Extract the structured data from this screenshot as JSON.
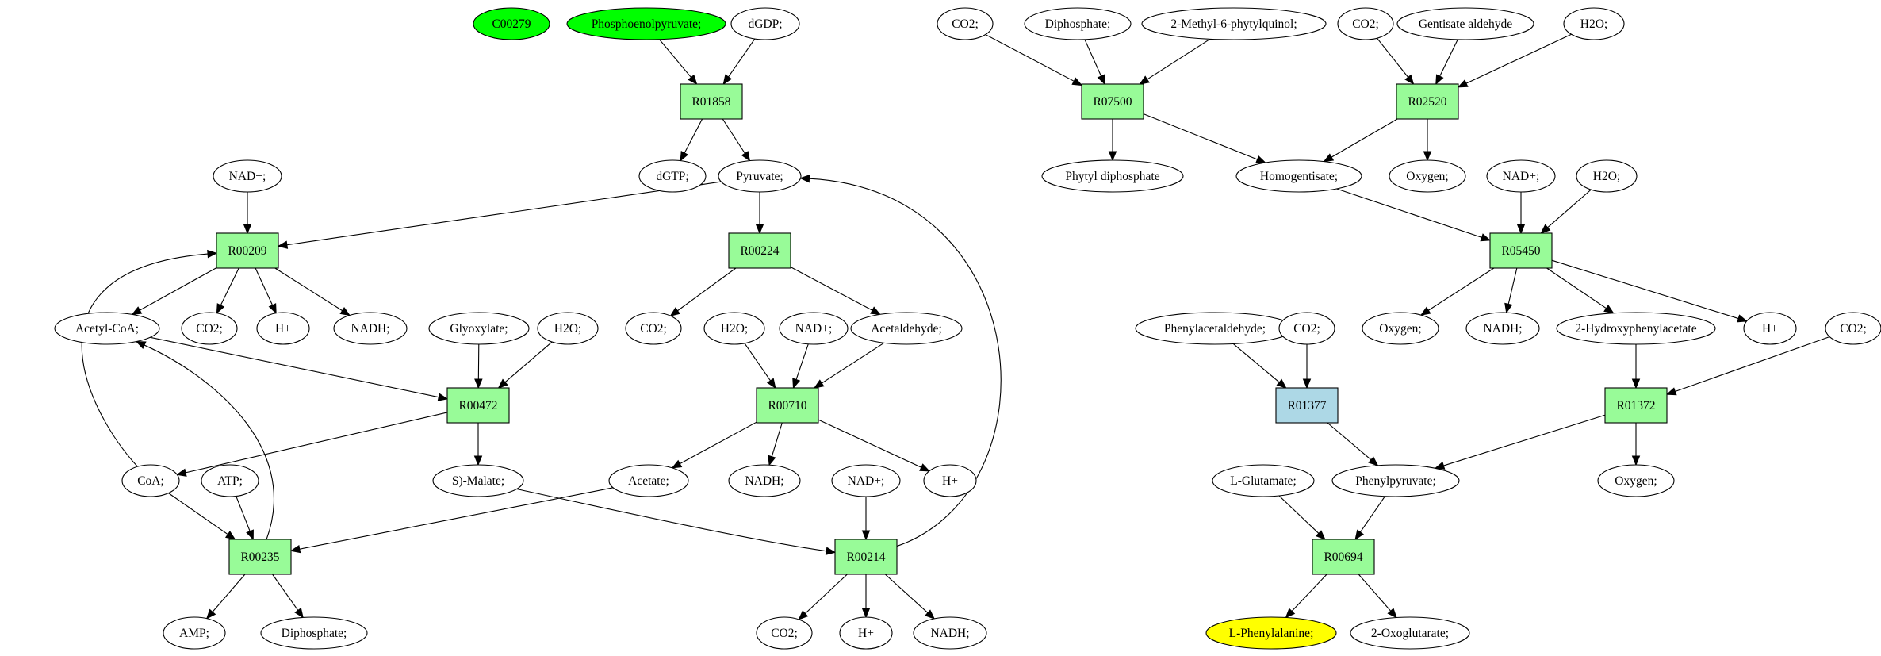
{
  "colors": {
    "reaction_fill": "#98fb98",
    "reaction_highlight_fill": "#add8e6",
    "metabolite_fill": "#ffffff",
    "source_fill": "#00ff00",
    "target_fill": "#ffff00",
    "edge": "#000000"
  },
  "reactions": [
    {
      "id": "R01858",
      "label": "R01858",
      "style": "reaction"
    },
    {
      "id": "R00209",
      "label": "R00209",
      "style": "reaction"
    },
    {
      "id": "R00224",
      "label": "R00224",
      "style": "reaction"
    },
    {
      "id": "R00472",
      "label": "R00472",
      "style": "reaction"
    },
    {
      "id": "R00710",
      "label": "R00710",
      "style": "reaction"
    },
    {
      "id": "R00235",
      "label": "R00235",
      "style": "reaction"
    },
    {
      "id": "R00214",
      "label": "R00214",
      "style": "reaction"
    },
    {
      "id": "R07500",
      "label": "R07500",
      "style": "reaction"
    },
    {
      "id": "R02520",
      "label": "R02520",
      "style": "reaction"
    },
    {
      "id": "R05450",
      "label": "R05450",
      "style": "reaction"
    },
    {
      "id": "R01377",
      "label": "R01377",
      "style": "highlight"
    },
    {
      "id": "R01372",
      "label": "R01372",
      "style": "reaction"
    },
    {
      "id": "R00694",
      "label": "R00694",
      "style": "reaction"
    }
  ],
  "metabolites": [
    {
      "id": "m_c00279",
      "label": "C00279",
      "style": "source"
    },
    {
      "id": "m_pep",
      "label": "Phosphoenolpyruvate;",
      "style": "source"
    },
    {
      "id": "m_dgdp",
      "label": "dGDP;",
      "style": "plain"
    },
    {
      "id": "m_dgtp",
      "label": "dGTP;",
      "style": "plain"
    },
    {
      "id": "m_pyruvate",
      "label": "Pyruvate;",
      "style": "plain"
    },
    {
      "id": "m_nad_a",
      "label": "NAD+;",
      "style": "plain"
    },
    {
      "id": "m_acetylcoa",
      "label": "Acetyl-CoA;",
      "style": "plain"
    },
    {
      "id": "m_co2_a",
      "label": "CO2;",
      "style": "plain"
    },
    {
      "id": "m_h_a",
      "label": "H+",
      "style": "plain"
    },
    {
      "id": "m_nadh_a",
      "label": "NADH;",
      "style": "plain"
    },
    {
      "id": "m_glyoxylate",
      "label": "Glyoxylate;",
      "style": "plain"
    },
    {
      "id": "m_h2o_a",
      "label": "H2O;",
      "style": "plain"
    },
    {
      "id": "m_co2_b",
      "label": "CO2;",
      "style": "plain"
    },
    {
      "id": "m_h2o_b",
      "label": "H2O;",
      "style": "plain"
    },
    {
      "id": "m_nad_b",
      "label": "NAD+;",
      "style": "plain"
    },
    {
      "id": "m_acetaldehyde",
      "label": "Acetaldehyde;",
      "style": "plain"
    },
    {
      "id": "m_coa",
      "label": "CoA;",
      "style": "plain"
    },
    {
      "id": "m_atp",
      "label": "ATP;",
      "style": "plain"
    },
    {
      "id": "m_smalate",
      "label": "S)-Malate;",
      "style": "plain"
    },
    {
      "id": "m_acetate",
      "label": "Acetate;",
      "style": "plain"
    },
    {
      "id": "m_nadh_b",
      "label": "NADH;",
      "style": "plain"
    },
    {
      "id": "m_nad_c",
      "label": "NAD+;",
      "style": "plain"
    },
    {
      "id": "m_h_b",
      "label": "H+",
      "style": "plain"
    },
    {
      "id": "m_amp",
      "label": "AMP;",
      "style": "plain"
    },
    {
      "id": "m_diphos_a",
      "label": "Diphosphate;",
      "style": "plain"
    },
    {
      "id": "m_co2_c",
      "label": "CO2;",
      "style": "plain"
    },
    {
      "id": "m_h_c",
      "label": "H+",
      "style": "plain"
    },
    {
      "id": "m_nadh_c",
      "label": "NADH;",
      "style": "plain"
    },
    {
      "id": "m_co2_d",
      "label": "CO2;",
      "style": "plain"
    },
    {
      "id": "m_diphos_b",
      "label": "Diphosphate;",
      "style": "plain"
    },
    {
      "id": "m_mpq",
      "label": "2-Methyl-6-phytylquinol;",
      "style": "plain"
    },
    {
      "id": "m_co2_e",
      "label": "CO2;",
      "style": "plain"
    },
    {
      "id": "m_gentisate",
      "label": "Gentisate aldehyde",
      "style": "plain"
    },
    {
      "id": "m_h2o_c",
      "label": "H2O;",
      "style": "plain"
    },
    {
      "id": "m_phytyl",
      "label": "Phytyl diphosphate",
      "style": "plain"
    },
    {
      "id": "m_homogentisate",
      "label": "Homogentisate;",
      "style": "plain"
    },
    {
      "id": "m_oxygen_a",
      "label": "Oxygen;",
      "style": "plain"
    },
    {
      "id": "m_nad_d",
      "label": "NAD+;",
      "style": "plain"
    },
    {
      "id": "m_h2o_d",
      "label": "H2O;",
      "style": "plain"
    },
    {
      "id": "m_phenylacetaldehyde",
      "label": "Phenylacetaldehyde;",
      "style": "plain"
    },
    {
      "id": "m_co2_f",
      "label": "CO2;",
      "style": "plain"
    },
    {
      "id": "m_oxygen_b",
      "label": "Oxygen;",
      "style": "plain"
    },
    {
      "id": "m_nadh_d",
      "label": "NADH;",
      "style": "plain"
    },
    {
      "id": "m_hpa",
      "label": "2-Hydroxyphenylacetate",
      "style": "plain"
    },
    {
      "id": "m_h_d",
      "label": "H+",
      "style": "plain"
    },
    {
      "id": "m_co2_g",
      "label": "CO2;",
      "style": "plain"
    },
    {
      "id": "m_lglutamate",
      "label": "L-Glutamate;",
      "style": "plain"
    },
    {
      "id": "m_phenylpyruvate",
      "label": "Phenylpyruvate;",
      "style": "plain"
    },
    {
      "id": "m_oxygen_c",
      "label": "Oxygen;",
      "style": "plain"
    },
    {
      "id": "m_lphe",
      "label": "L-Phenylalanine;",
      "style": "target"
    },
    {
      "id": "m_oxoglutarate",
      "label": "2-Oxoglutarate;",
      "style": "plain"
    }
  ],
  "edges": [
    [
      "m_pep",
      "R01858"
    ],
    [
      "m_dgdp",
      "R01858"
    ],
    [
      "R01858",
      "m_dgtp"
    ],
    [
      "R01858",
      "m_pyruvate"
    ],
    [
      "m_nad_a",
      "R00209"
    ],
    [
      "m_pyruvate",
      "R00209"
    ],
    [
      "m_coa",
      "R00209"
    ],
    [
      "R00209",
      "m_acetylcoa"
    ],
    [
      "R00209",
      "m_co2_a"
    ],
    [
      "R00209",
      "m_h_a"
    ],
    [
      "R00209",
      "m_nadh_a"
    ],
    [
      "m_pyruvate",
      "R00224"
    ],
    [
      "R00224",
      "m_co2_b"
    ],
    [
      "R00224",
      "m_acetaldehyde"
    ],
    [
      "m_acetylcoa",
      "R00472"
    ],
    [
      "m_glyoxylate",
      "R00472"
    ],
    [
      "m_h2o_a",
      "R00472"
    ],
    [
      "R00472",
      "m_coa"
    ],
    [
      "R00472",
      "m_smalate"
    ],
    [
      "m_h2o_b",
      "R00710"
    ],
    [
      "m_nad_b",
      "R00710"
    ],
    [
      "m_acetaldehyde",
      "R00710"
    ],
    [
      "R00710",
      "m_acetate"
    ],
    [
      "R00710",
      "m_nadh_b"
    ],
    [
      "R00710",
      "m_h_b"
    ],
    [
      "m_coa",
      "R00235"
    ],
    [
      "m_atp",
      "R00235"
    ],
    [
      "m_acetate",
      "R00235"
    ],
    [
      "R00235",
      "m_acetylcoa"
    ],
    [
      "R00235",
      "m_amp"
    ],
    [
      "R00235",
      "m_diphos_a"
    ],
    [
      "m_smalate",
      "R00214"
    ],
    [
      "m_nad_c",
      "R00214"
    ],
    [
      "R00214",
      "m_pyruvate"
    ],
    [
      "R00214",
      "m_co2_c"
    ],
    [
      "R00214",
      "m_h_c"
    ],
    [
      "R00214",
      "m_nadh_c"
    ],
    [
      "m_co2_d",
      "R07500"
    ],
    [
      "m_diphos_b",
      "R07500"
    ],
    [
      "m_mpq",
      "R07500"
    ],
    [
      "R07500",
      "m_phytyl"
    ],
    [
      "R07500",
      "m_homogentisate"
    ],
    [
      "m_co2_e",
      "R02520"
    ],
    [
      "m_gentisate",
      "R02520"
    ],
    [
      "m_h2o_c",
      "R02520"
    ],
    [
      "R02520",
      "m_homogentisate"
    ],
    [
      "R02520",
      "m_oxygen_a"
    ],
    [
      "m_homogentisate",
      "R05450"
    ],
    [
      "m_nad_d",
      "R05450"
    ],
    [
      "m_h2o_d",
      "R05450"
    ],
    [
      "R05450",
      "m_oxygen_b"
    ],
    [
      "R05450",
      "m_nadh_d"
    ],
    [
      "R05450",
      "m_hpa"
    ],
    [
      "R05450",
      "m_h_d"
    ],
    [
      "m_phenylacetaldehyde",
      "R01377"
    ],
    [
      "m_co2_f",
      "R01377"
    ],
    [
      "R01377",
      "m_phenylpyruvate"
    ],
    [
      "m_hpa",
      "R01372"
    ],
    [
      "m_co2_g",
      "R01372"
    ],
    [
      "R01372",
      "m_phenylpyruvate"
    ],
    [
      "R01372",
      "m_oxygen_c"
    ],
    [
      "m_lglutamate",
      "R00694"
    ],
    [
      "m_phenylpyruvate",
      "R00694"
    ],
    [
      "R00694",
      "m_lphe"
    ],
    [
      "R00694",
      "m_oxoglutarate"
    ]
  ]
}
